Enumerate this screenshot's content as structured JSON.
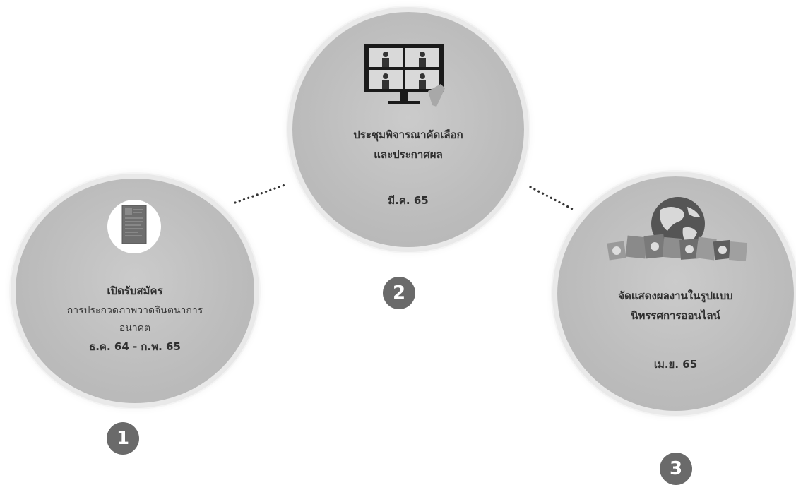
{
  "steps": [
    {
      "number": "1",
      "title": "เปิดรับสมัคร",
      "subtitle_line1": "การประกวดภาพวาดจินตนาการ",
      "subtitle_line2": "อนาคต",
      "date": "ธ.ค. 64 - ก.พ. 65",
      "icon": "document-icon"
    },
    {
      "number": "2",
      "title_line1": "ประชุมพิจารณาคัดเลือก",
      "title_line2": "และประกาศผล",
      "date": "มี.ค. 65",
      "icon": "video-conference-icon"
    },
    {
      "number": "3",
      "title_line1": "จัดแสดงผลงานในรูปแบบ",
      "title_line2": "นิทรรศการออนไลน์",
      "date": "เม.ย. 65",
      "icon": "globe-social-icon"
    }
  ],
  "colors": {
    "circle_fill": "#bdbdbd",
    "circle_ring": "#e9e9e9",
    "badge": "#6a6a6a",
    "text": "#2f2f2f"
  }
}
